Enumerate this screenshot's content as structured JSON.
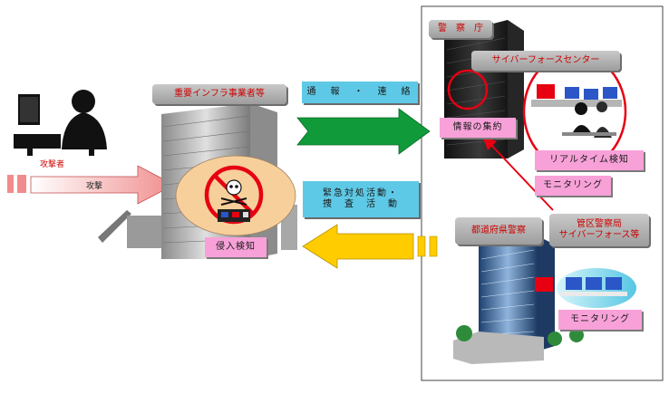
{
  "labels": {
    "police_agency": "警　察　庁",
    "cyber_force_center": "サイバーフォースセンター",
    "infra_operators": "重要インフラ事業者等",
    "report_contact": "通　報　・　連　絡",
    "info_aggregation": "情報の集約",
    "realtime_detection": "リアルタイム検知",
    "monitoring_upper": "モニタリング",
    "attacker": "攻撃者",
    "attack": "攻撃",
    "emergency_line1": "緊急対処活動・",
    "emergency_line2": "捜　査　活　動",
    "prefectural_police": "都道府県警察",
    "regional_bureau_line1": "管区警察局",
    "regional_bureau_line2": "サイバーフォース等",
    "intrusion_detection": "侵入検知",
    "monitoring_lower": "モニタリング"
  },
  "colors": {
    "green_arrow": "#119a3a",
    "yellow_arrow": "#ffcc00",
    "attack_arrow": "#f4a0a0",
    "callout_cyan": "#5ec9e6",
    "callout_pink": "#f7a1d8",
    "highlight_red": "#e60012",
    "ellipse_peach": "#f7cf9b"
  }
}
